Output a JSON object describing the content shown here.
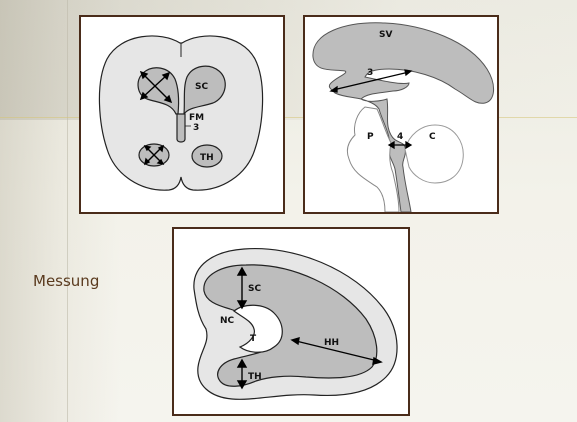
{
  "caption": "Messung",
  "panel1": {
    "sc": "SC",
    "fm": "FM",
    "three": "3",
    "th": "TH"
  },
  "panel2": {
    "sv": "SV",
    "three": "3",
    "p": "P",
    "four": "4",
    "c": "C"
  },
  "panel3": {
    "sc": "SC",
    "nc": "NC",
    "t": "T",
    "hh": "HH",
    "th": "TH"
  },
  "colors": {
    "frame": "#4a2c1a",
    "fill_light": "#e6e6e6",
    "fill_dark": "#bdbdbd",
    "caption": "#5a3a1e"
  }
}
